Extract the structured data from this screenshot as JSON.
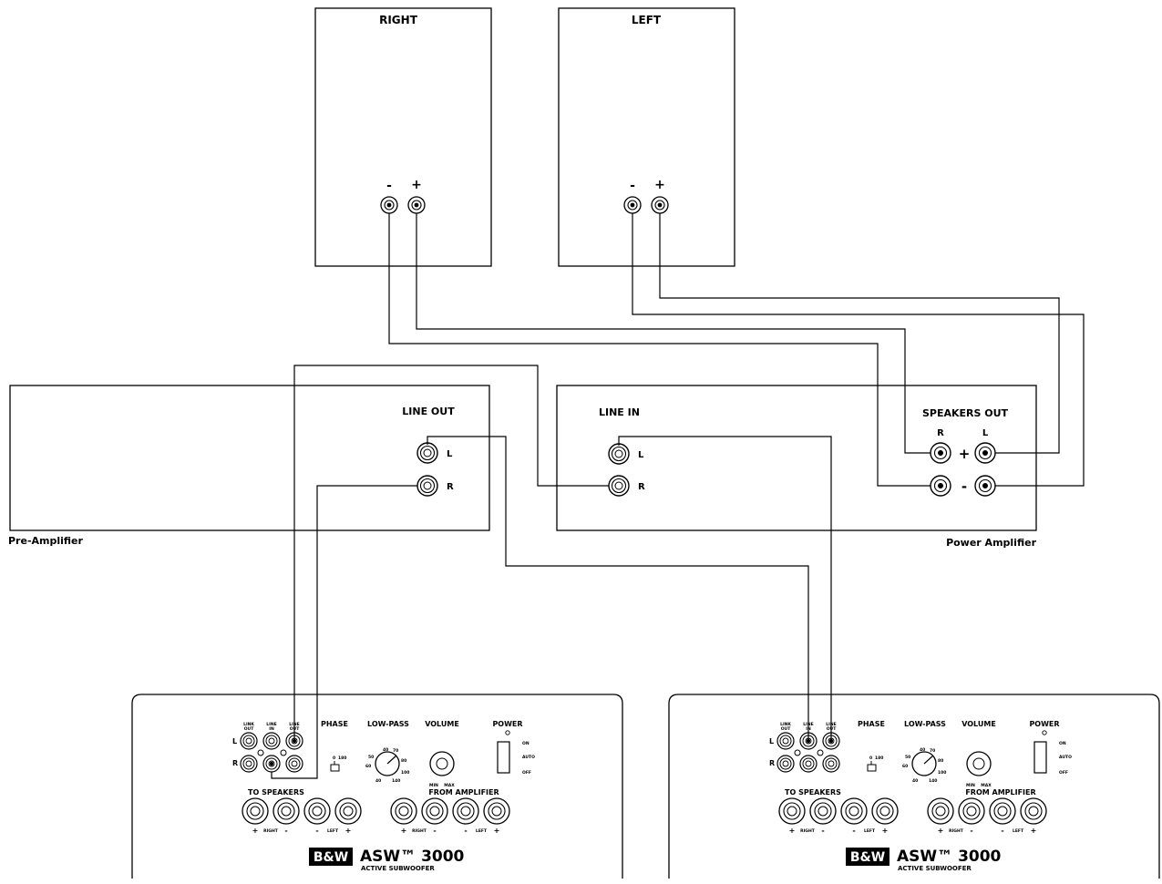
{
  "speakers": {
    "right": {
      "title": "RIGHT",
      "minus": "-",
      "plus": "+"
    },
    "left": {
      "title": "LEFT",
      "minus": "-",
      "plus": "+"
    }
  },
  "preamp": {
    "name": "Pre-Amplifier",
    "line_out": "LINE OUT",
    "ch_l": "L",
    "ch_r": "R"
  },
  "poweramp": {
    "name": "Power Amplifier",
    "line_in": "LINE IN",
    "ch_l": "L",
    "ch_r": "R",
    "speakers_out": "SPEAKERS OUT",
    "so_r": "R",
    "so_l": "L",
    "so_plus": "+",
    "so_minus": "-"
  },
  "subwoofer": {
    "brand": "B&W",
    "model": "ASW™ 3000",
    "subtitle": "ACTIVE SUBWOOFER",
    "link_out": "LINK OUT",
    "line_in": "LINE IN",
    "line_out": "LINE OUT",
    "row_l": "L",
    "row_r": "R",
    "phase": "PHASE",
    "phase_0": "0",
    "phase_180": "180",
    "low_pass": "LOW-PASS",
    "lp_ticks": [
      "40",
      "70",
      "50",
      "80",
      "60",
      "100",
      "40",
      "140"
    ],
    "volume": "VOLUME",
    "vol_min": "MIN",
    "vol_max": "MAX",
    "power": "POWER",
    "pw_on": "ON",
    "pw_auto": "AUTO",
    "pw_off": "OFF",
    "to_speakers": "TO SPEAKERS",
    "from_amplifier": "FROM AMPLIFIER",
    "right": "RIGHT",
    "left": "LEFT",
    "plus": "+",
    "minus": "-"
  }
}
